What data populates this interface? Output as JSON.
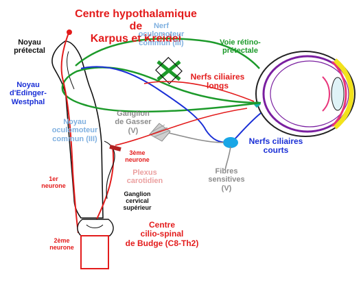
{
  "labels": {
    "centre_hypothalamique": "Centre hypothalamique de\nKarpus et Kreidel",
    "noyau_pretectal": "Noyau\nprétectal",
    "nerf_oculomoteur_top": "Nerf\noculomoteur\ncommun (III)",
    "voie_retino_pretectale": "Voie rétino-\nprétectale",
    "noyau_edinger_westphal": "Noyau\nd'Edinger-\nWestphal",
    "nerfs_ciliaires_longs": "Nerfs ciliaires\nlongs",
    "noyau_oculomoteur_left": "Noyau\noculomoteur\ncommun (III)",
    "ganglion_gasser": "Ganglion\nde Gasser\n(V)",
    "troisieme_neurone": "3ème\nneurone",
    "plexus_carotidien": "Plexus\ncarotidien",
    "fibres_sensitives": "Fibres\nsensitives\n(V)",
    "nerfs_ciliaires_courts": "Nerfs ciliaires\ncourts",
    "premier_neurone": "1er\nneurone",
    "ganglion_cervical": "Ganglion\ncervical\nsupérieur",
    "centre_ciliospinal": "Centre\ncilio-spinal\nde Budge (C8-Th2)",
    "deuxieme_neurone": "2ème\nneurone"
  },
  "colors": {
    "sympathetic": "#e31b1b",
    "parasympathetic": "#1a2fd6",
    "retino_pretectal": "#1c9a2a",
    "sensory": "#8c8c8c",
    "eye_sclera": "#7a1fa0",
    "iris": "#e8347a",
    "lens_zone": "#f2e21b"
  },
  "icons": [
    "brainstem-outline",
    "eyeball",
    "ciliary-ganglion",
    "gasserian-ganglion",
    "superior-cervical-ganglion",
    "spinal-cord-segment"
  ]
}
